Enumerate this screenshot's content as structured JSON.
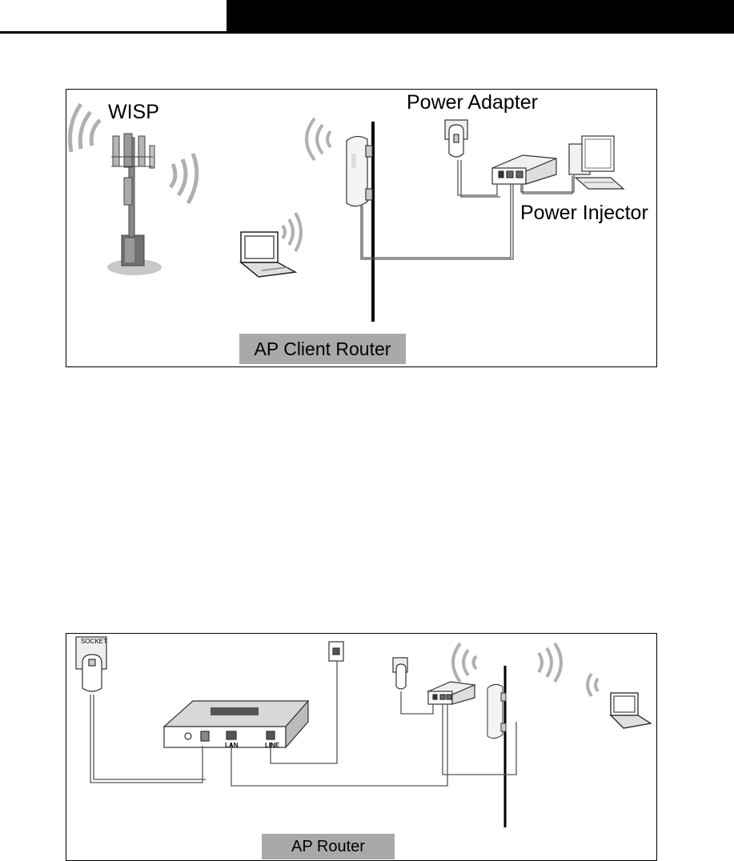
{
  "diagram1": {
    "wisp_label": "WISP",
    "power_adapter_label": "Power Adapter",
    "power_injector_label": "Power Injector",
    "mode_label": "AP Client Router"
  },
  "diagram2": {
    "socket_label": "SOCKET",
    "lan_label": "LAN",
    "line_label": "LINE",
    "mode_label": "AP Router"
  },
  "icons": [
    "wisp-tower-icon",
    "laptop-icon",
    "access-point-icon",
    "power-adapter-icon",
    "poe-injector-icon",
    "desktop-computer-icon",
    "router-icon",
    "phone-jack-icon",
    "wireless-signal-icon"
  ]
}
